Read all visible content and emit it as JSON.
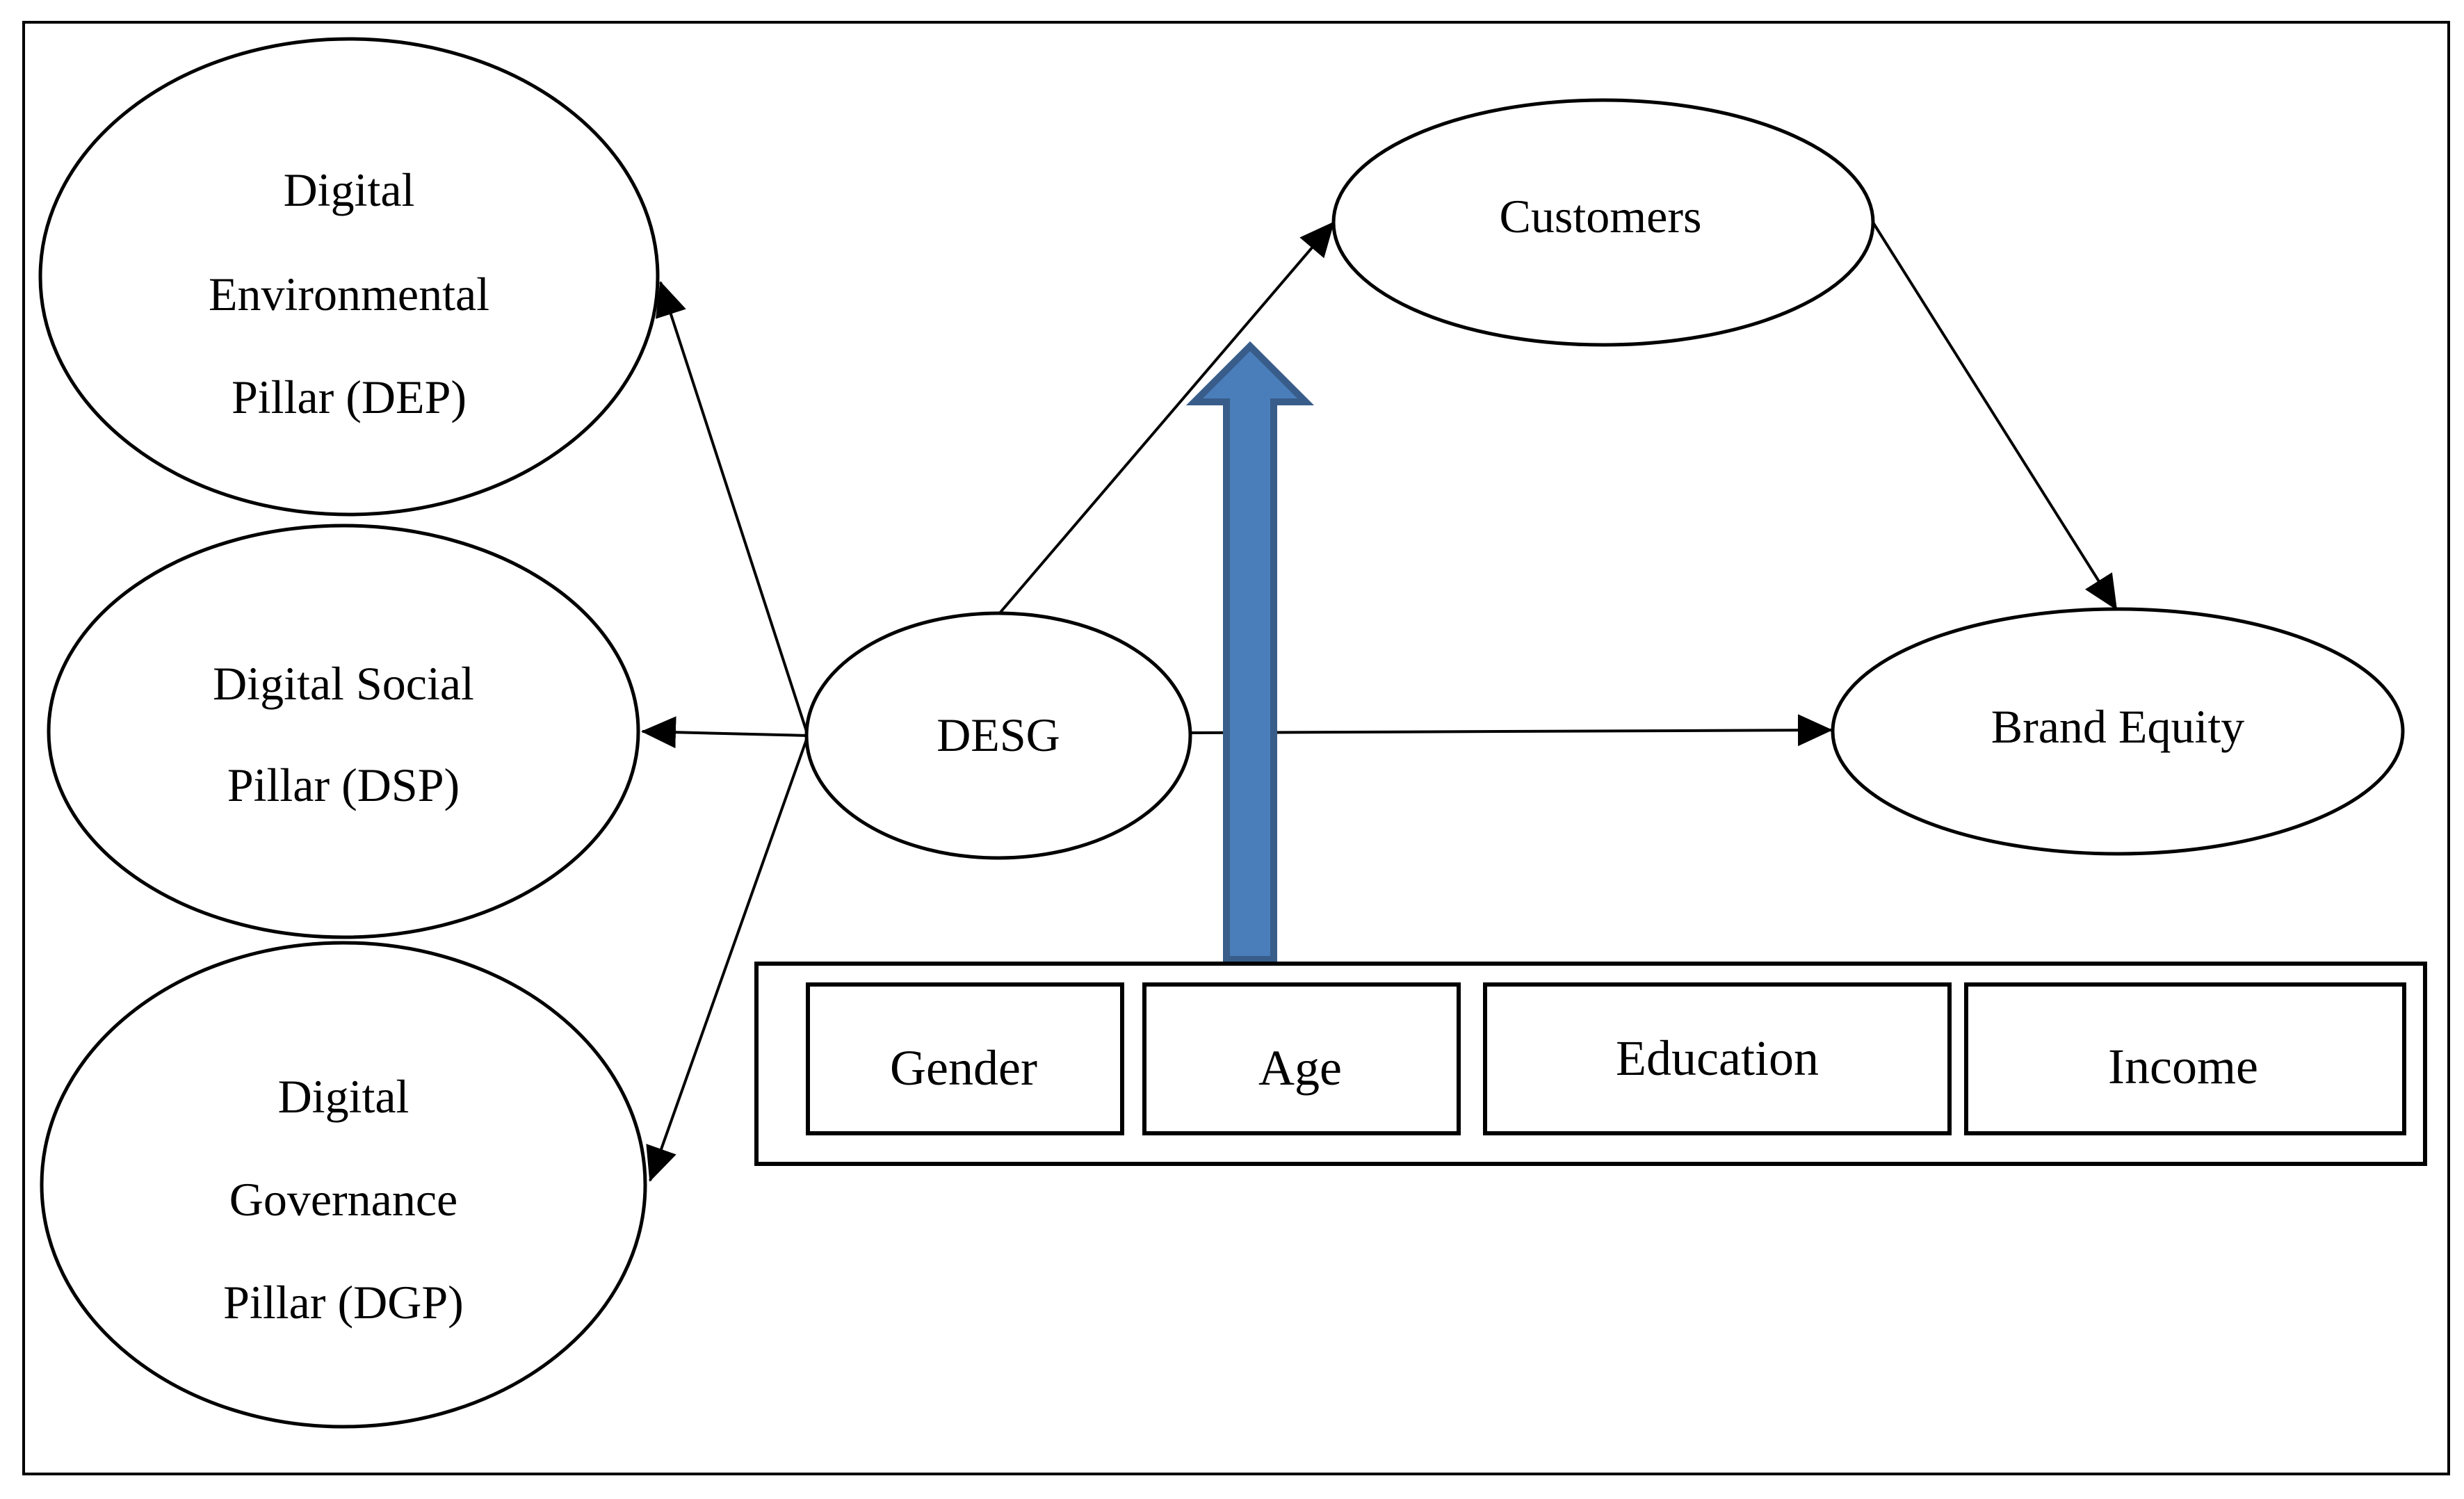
{
  "pillars": {
    "dep": [
      "Digital",
      "Environmental",
      "Pillar (DEP)"
    ],
    "dsp": [
      "Digital Social",
      "Pillar (DSP)"
    ],
    "dgp": [
      "Digital",
      "Governance",
      "Pillar (DGP)"
    ]
  },
  "nodes": {
    "desg": "DESG",
    "customers": "Customers",
    "brand_equity": "Brand Equity"
  },
  "moderators": {
    "gender": "Gender",
    "age": "Age",
    "education": "Education",
    "income": "Income"
  },
  "colors": {
    "moderator_arrow_fill": "#4a7ebb",
    "moderator_arrow_stroke": "#385d8a",
    "line": "#000000"
  }
}
